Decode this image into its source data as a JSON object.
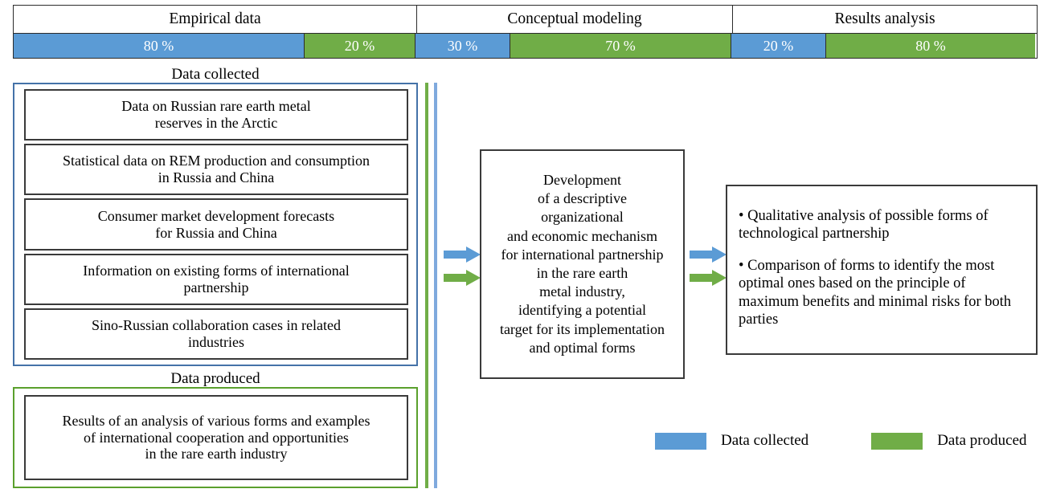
{
  "phases": {
    "headers": [
      "Empirical data",
      "Conceptual modeling",
      "Results analysis"
    ],
    "segments": [
      {
        "label": "80 %",
        "color": "#5b9bd5",
        "type": "collected",
        "value": 80
      },
      {
        "label": "20 %",
        "color": "#70ad47",
        "type": "produced",
        "value": 20
      },
      {
        "label": "30 %",
        "color": "#5b9bd5",
        "type": "collected",
        "value": 30
      },
      {
        "label": "70 %",
        "color": "#70ad47",
        "type": "produced",
        "value": 70
      },
      {
        "label": "20 %",
        "color": "#5b9bd5",
        "type": "collected",
        "value": 20
      },
      {
        "label": "80 %",
        "color": "#70ad47",
        "type": "produced",
        "value": 80
      }
    ]
  },
  "left_column": {
    "collected_label": "Data collected",
    "produced_label": "Data produced",
    "collected_boxes": [
      "Data on Russian rare earth metal\nreserves in the Arctic",
      "Statistical data on REM production and consumption\nin Russia and China",
      "Consumer market development forecasts\nfor Russia and China",
      "Information on existing forms of international\npartnership",
      "Sino-Russian collaboration cases in related\nindustries"
    ],
    "produced_boxes": [
      "Results of an analysis of various forms and examples\nof international cooperation and opportunities\nin the rare earth industry"
    ]
  },
  "center": {
    "text": "Development\nof a descriptive\norganizational\nand economic mechanism\nfor international partnership\nin the rare earth\nmetal  industry,\nidentifying a potential\ntarget for its implementation\nand optimal forms"
  },
  "results": {
    "bullets": [
      "• Qualitative analysis of possible forms of technological partnership",
      "• Comparison of forms to identify the most optimal ones based on the principle of maximum benefits and minimal risks for both parties"
    ]
  },
  "legend": {
    "items": [
      {
        "label": "Data collected",
        "color": "#5b9bd5"
      },
      {
        "label": "Data produced",
        "color": "#70ad47"
      }
    ]
  },
  "colors": {
    "blue": "#5b9bd5",
    "green": "#70ad47",
    "blue_border": "#4472a8",
    "green_border": "#5aa02c",
    "box_border": "#3a3a3a"
  }
}
